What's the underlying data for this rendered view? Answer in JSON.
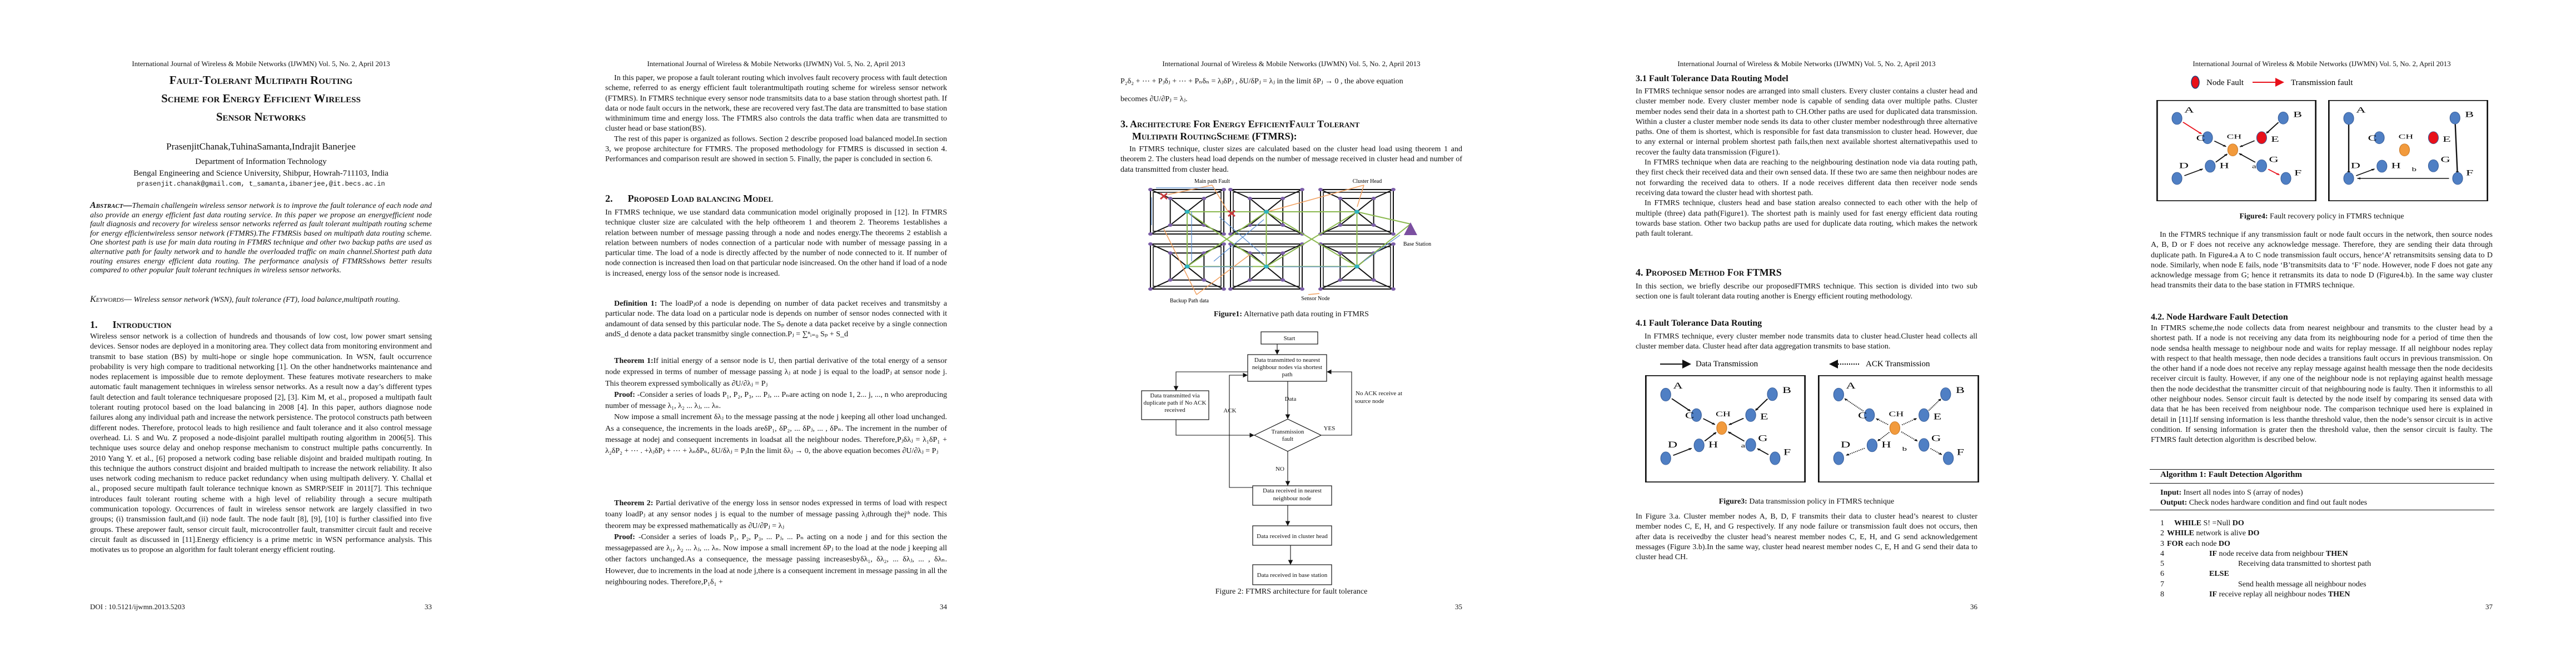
{
  "running_header": "International Journal of Wireless & Mobile Networks (IJWMN) Vol. 5, No. 2, April 2013",
  "pages": [
    {
      "title_lines": [
        "Fault-Tolerant Multipath Routing",
        "Scheme for Energy Efficient Wireless",
        "Sensor Networks"
      ],
      "authors": "PrasenjitChanak,TuhinaSamanta,Indrajit Banerjee",
      "department": "Department of Information Technology",
      "university": "Bengal Engineering and Science University, Shibpur, Howrah-711103, India",
      "emails": "prasenjit.chanak@gmail.com, t_samanta,ibanerjee,@it.becs.ac.in",
      "abstract_label": "Abstract—",
      "abstract": "Themain challengein wireless sensor network is to improve the fault tolerance of each node and also provide an energy efficient fast data routing service. In this paper we propose an energyefficient node fault diagnosis and recovery for wireless sensor networks referred as fault tolerant multipath routing scheme for energy efficientwireless sensor network (FTMRS).The FTMRSis based on multipath data routing scheme. One shortest path is use for main data routing in FTMRS technique and other two backup paths are used as alternative path for faulty network and to handle the overloaded traffic on main channel.Shortest path data routing ensures energy efficient data routing. The performance analysis of FTMRSshows better results compared to other popular fault tolerant techniques in wireless sensor networks.",
      "keywords_label": "Keywords—",
      "keywords": " Wireless sensor network (WSN), fault tolerance (FT), load balance,multipath routing.",
      "intro_heading": "1.      Introduction",
      "intro": "Wireless sensor network is a collection of hundreds and thousands of low cost, low power smart sensing devices. Sensor nodes are deployed in a monitoring area. They collect data from monitoring environment and transmit to base station (BS) by multi-hope or single hope communication. In WSN, fault occurrence probability is very high compare to traditional networking [1]. On the other handnetworks maintenance and nodes replacement is impossible due to remote deployment. These features motivate researchers to make automatic fault management techniques in wireless sensor networks. As a result now a day’s different types fault detection and fault tolerance techniquesare proposed [2], [3]. Kim M, et al., proposed a multipath fault tolerant routing protocol based on the load balancing in 2008 [4]. In this paper, authors diagnose node failures along any individual path and increase the network persistence. The protocol constructs path between different nodes. Therefore, protocol leads to high resilience and fault tolerance and it also control message overhead. Li. S and Wu. Z proposed a node-disjoint parallel multipath routing algorithm in 2006[5]. This technique uses source delay and onehop response mechanism to construct multiple paths concurrently. In 2010 Yang Y. et al., [6] proposed a network coding base reliable disjoint and braided multipath routing. In this technique the authors construct disjoint and braided multipath to increase the network reliability. It also uses network coding mechanism to reduce packet redundancy when using multipath delivery. Y. Challal et al., proposed secure multipath fault tolerance technique known as SMRP/SEIF in 2011[7]. This technique introduces fault tolerant routing scheme with a high level of reliability through a secure multipath communication topology. Occurrences of fault in wireless sensor network are largely classified in two groups; (i) transmission fault,and (ii) node fault. The node fault [8], [9], [10] is further classified into five groups. These arepower fault, sensor circuit fault, microcontroller fault, transmitter circuit fault and receive circuit fault as discussed in [11].Energy efficiency is a prime metric in WSN performance analysis. This motivates us to propose an algorithm for fault tolerant energy efficient routing.",
      "doi": "DOI : 10.5121/ijwmn.2013.5203",
      "page_number": "33"
    },
    {
      "para1": "In this paper, we propose a fault tolerant routing which involves fault recovery process with fault detection scheme, referred to as energy efficient fault tolerantmultipath routing scheme for wireless sensor network (FTMRS). In FTMRS technique every sensor node transmitsits data to a base station through shortest path. If data or node fault occurs in the network, these are recovered very fast.The data are transmitted to base station withminimum time and energy loss. The FTMRS also controls the data traffic when data are transmitted to cluster head or base station(BS).",
      "para2": "The rest of this paper is organized as follows. Section 2 describe proposed load balanced model.In section 3, we propose architecture for FTMRS. The proposed methodology for FTMRS is discussed in section 4. Performances and comparison result are showed in section 5. Finally, the paper is concluded in section 6.",
      "section2_heading": "2.      Proposed Load balancing Model",
      "section2_text": "In FTMRS technique, we use standard data communication model originally proposed in [12]. In FTMRS technique cluster size are calculated with the help oftheorem 1 and theorem 2. Theorems 1establishes a relation between number of message passing through a node and nodes energy.The theorems 2 establish a relation between numbers of nodes connection of a particular node with number of message passing in a particular time. The load of a node is directly affected by the number of node connected to it. If number of node connection is increased then load on that particular node isincreased. On the other hand if load of a node is increased, energy loss of the sensor node is increased.",
      "def1_label": "Definition 1:",
      "def1_text": " The loadPⱼof a node is depending on number of data packet receives and transmitsby a particular node. The data load on a particular node is depends on number of sensor nodes connected with it andamount of data sensed by this particular node. The Sₚ denote a data packet receive by a single connection andS_d denote a data packet transmitby single connection.Pⱼ = ∑ⁿᵢ₌₀ Sₚ + S_d",
      "thm1_label": "Theorem 1:",
      "thm1_text": "If initial energy of a sensor node is U, then partial derivative of the total energy of a sensor node expressed in terms of number of message passing λⱼ at node j is equal to the loadPⱼ at sensor node j. This theorem expressed symbolically as ∂U/∂λⱼ = Pⱼ",
      "proof_label": "Proof:",
      "proof1_text": " -Consider a series of loads P₁, P₂, P₃, ... Pⱼ, ... Pₙare acting on node 1, 2... j, ..., n who areproducing number of message λ₁, λ₂ ... λⱼ, ... λₙ.",
      "proof1_text2": "Now impose a small increment δλⱼ to the message passing at the node j keeping all other load unchanged. As a consequence, the increments in the loads areδP₁, δP₂, ... δPⱼ, ... , δPₙ. The increment in the number of message at nodej and consequent increments in loadsat all the neighbour nodes.  Therefore,Pⱼδλⱼ = λ₁δP₁ + λ₂δP₂ + ⋯ . +λⱼδPⱼ + ⋯ + λₙδPₙ, δU/δλⱼ = PⱼIn the limit δλⱼ → 0, the above equation becomes ∂U/∂λⱼ = Pⱼ",
      "thm2_label": "Theorem 2:",
      "thm2_text": " Partial derivative of the energy loss in sensor nodes expressed in terms of load with respect toany loadPⱼ at any sensor nodes j is equal to the number of message passing λⱼthrough thejᵗʰ node. This theorem may be expressed mathematically as ∂U/∂Pⱼ = λⱼ",
      "proof2_text": " -Consider a series of loads P₁, P₂, P₃, ... Pⱼ, ... Pₙ acting on a node j and for this section the messagepassed are λ₁, λ₂ ... λⱼ, ... λₙ. Now impose a small increment δPⱼ to the load at the node j keeping all other factors unchanged.As a consequence, the message passing increasesbyδλ₁, δλ₂, ... δλⱼ, ... , δλₙ. However, due to increments in the load at node j,there is a consequent increment in message passing in all the neighbouring nodes.  Therefore,P₁δ₁ +",
      "page_number": "34"
    },
    {
      "eq_line": "P₂δ₂ + ⋯ + Pⱼδⱼ + ⋯ + Pₙδₙ = λⱼδPⱼ  , δU/δPⱼ = λⱼ in the limit δPⱼ → 0 , the above equation",
      "eq_line2": "becomes ∂U/∂Pⱼ = λⱼ.",
      "section3_heading_1": "3. Architecture For Energy EfficientFault Tolerant",
      "section3_heading_2": "Multipath RoutingScheme (FTMRS):",
      "section3_text": "In FTMRS technique, cluster sizes are calculated based on the cluster head load using theorem 1 and theorem 2. The clusters head load depends on the number of message received in cluster head and number of data transmitted from cluster head.",
      "figure1": {
        "labels": {
          "main_path_fault": "Main path Fault",
          "cluster_head": "Cluster Head",
          "base_station": "Base Station",
          "backup_path": "Backup Path data",
          "sensor_node": "Sensor Node"
        },
        "caption_label": "Figure1:",
        "caption": " Alternative path data routing in FTMRS"
      },
      "figure2": {
        "start": "Start",
        "transmit": [
          "Data transmitted to nearest",
          "neighbour nodes via shortest",
          "path"
        ],
        "duplicate": [
          "Data transmitted via",
          "duplicate path if No ACK",
          "received"
        ],
        "decision": [
          "Transmission",
          "fault"
        ],
        "received_neighbour": [
          "Data received in nearest",
          "neighbour node"
        ],
        "received_ch": "Data received in cluster head",
        "received_bs": "Data received in base station",
        "label_data": "Data",
        "label_ack": "ACK",
        "label_no_ack": [
          "No ACK receive at",
          "source node"
        ],
        "label_yes": "YES",
        "label_no": "NO",
        "caption": "Figure 2: FTMRS architecture for fault tolerance"
      },
      "page_number": "35"
    },
    {
      "sec31_heading": "3.1 Fault Tolerance Data Routing Model",
      "sec31_p1": "In FTMRS technique sensor nodes are arranged into small clusters. Every cluster contains a cluster head and cluster member node. Every cluster member node is capable of sending data over multiple paths. Cluster member nodes send their data in a shortest path to CH.Other paths are used for duplicated data transmission. Within a cluster a cluster member node sends its data to other cluster member nodesthrough three alternative paths. One of them is shortest, which is responsible for fast data transmission to cluster head. However, due to any external or internal problem shortest path fails,then next available shortest alternativepathis used to recover the faulty data transmission (Figure1).",
      "sec31_p2": "In FTMRS technique when data are reaching to the neighbouring destination node via data routing path, they first check their received data and their own sensed data. If these two are same then neighbour nodes are not forwarding the received data to others. If a node receives different data then receiver node sends receiving data toward the cluster head with shortest path.",
      "sec31_p3": "In FTMRS technique, clusters head and base station arealso connected to each other with the help of multiple (three) data path(Figure1). The shortest path is mainly used for fast energy efficient data routing towards base station. Other two backup paths are used for duplicate data routing, which makes the network path fault tolerant.",
      "sec4_heading": "4. Proposed Method For FTMRS",
      "sec4_text": "In this section, we briefly describe our proposedFTMRS technique. This section is divided into two sub section one is fault tolerant data routing another is Energy efficient routing methodology.",
      "sec41_heading": "4.1 Fault Tolerance Data Routing",
      "sec41_text": "In FTMRS technique, every cluster member node transmits data to cluster head.Cluster head collects all cluster member data. Cluster head after data aggregation transmits to base station.",
      "figure3": {
        "legend_data": "Data Transmission",
        "legend_ack": "ACK Transmission",
        "nodes": [
          "A",
          "B",
          "C",
          "E",
          "D",
          "H",
          "G",
          "F"
        ],
        "ch": "CH",
        "sub_a": "a",
        "sub_b": "b",
        "caption_label": "Figure3:",
        "caption": " Data transmission policy in FTMRS technique"
      },
      "fig3_text": "In Figure 3.a. Cluster member nodes A, B, D, F transmits their data to cluster head’s nearest to cluster member nodes C, E, H, and G respectively. If any node failure or transmission fault does not occurs, then after data is receivedby the cluster head’s nearest member nodes C, E, H, and G send acknowledgement messages (Figure 3.b).In the same way, cluster head nearest member nodes C, E, H and G send their data to cluster head CH.",
      "page_number": "36"
    },
    {
      "figure4": {
        "legend_node_fault": "Node Fault",
        "legend_transmission_fault": "Transmission  fault",
        "nodes": [
          "A",
          "B",
          "C",
          "E",
          "D",
          "H",
          "G",
          "F"
        ],
        "ch": "CH",
        "sub_a": "a",
        "sub_b": "b",
        "caption_label": "Figure4:",
        "caption": " Fault recovery policy in FTMRS technique",
        "fault_color": "#e8101a",
        "node_color": "#4f7fc4",
        "ch_color": "#f29a3c"
      },
      "fig4_text": "In the FTMRS technique if any transmission fault or node fault occurs in the network, then source nodes A, B, D or F does not receive any acknowledge message. Therefore, they are sending their data through duplicate path. In Figure4.a A to C node transmission fault occurs, hence‘A’ retransmitsits sensing data to D node. Similarly, when node E fails, node ‘B’transmitsits data to ‘F’ node. However, node F does not gate any acknowledge message from G; hence it retransmits its data to node D (Figure4.b). In the same way cluster head transmits their data to the base station in FTMRS technique.",
      "sec42_heading": "4.2. Node Hardware Fault Detection",
      "sec42_text": "In FTMRS scheme,the node collects data from nearest neighbour and transmits to the cluster head by a shortest path. If a node is not receiving any data from its neighbouring node for a period of time then the node sendsa health message to neighbour node and waits for replay message. If all neighbour nodes replay with respect to that health message, then node decides a transitions fault occurs in previous transmission. On the other hand if a node does not receive any replay message against health message then the node decidesits receiver circuit is faulty. However, if any one of the neighbour node is not replaying against health message then the node decidesthat the transmitter circuit of that neighbouring node is faulty. Then it informsthis to all other neighbour nodes. Sensor circuit fault is detected by the node itself by comparing its sensed data with data that he has been received from neighbour node. The comparison technique used here is explained in detail in [11].If sensing information is less thanthe threshold value, then the node’s sensor circuit is in active condition. If sensing information is grater then the threshold value, then the sensor circuit is faulty. The FTMRS fault detection algorithm is described below.",
      "algorithm": {
        "title": "Algorithm 1: Fault Detection Algorithm",
        "input_label": "Input:",
        "input": " Insert all nodes into S (array of nodes)",
        "output_label": "Output:",
        "output": " Check nodes hardware condition and find out fault nodes",
        "lines": [
          {
            "num": "1",
            "k1": "WHILE",
            "text": " S! =Null ",
            "k2": "DO"
          },
          {
            "num": "2",
            "k1": "WHILE",
            "text": " network is alive ",
            "k2": "DO"
          },
          {
            "num": "3",
            "k1": "FOR",
            "text": " each node ",
            "k2": "DO"
          },
          {
            "num": "4",
            "k1": "IF",
            "text": " node receive data from neighbour ",
            "k2": "THEN"
          },
          {
            "num": "5",
            "k1": "",
            "text": "Receiving data transmitted to shortest path",
            "k2": ""
          },
          {
            "num": "6",
            "k1": "ELSE",
            "text": "",
            "k2": ""
          },
          {
            "num": "7",
            "k1": "",
            "text": "Send health message all neighbour nodes",
            "k2": ""
          },
          {
            "num": "8",
            "k1": "IF",
            "text": " receive replay all neighbour nodes ",
            "k2": "THEN"
          }
        ]
      },
      "page_number": "37"
    }
  ]
}
